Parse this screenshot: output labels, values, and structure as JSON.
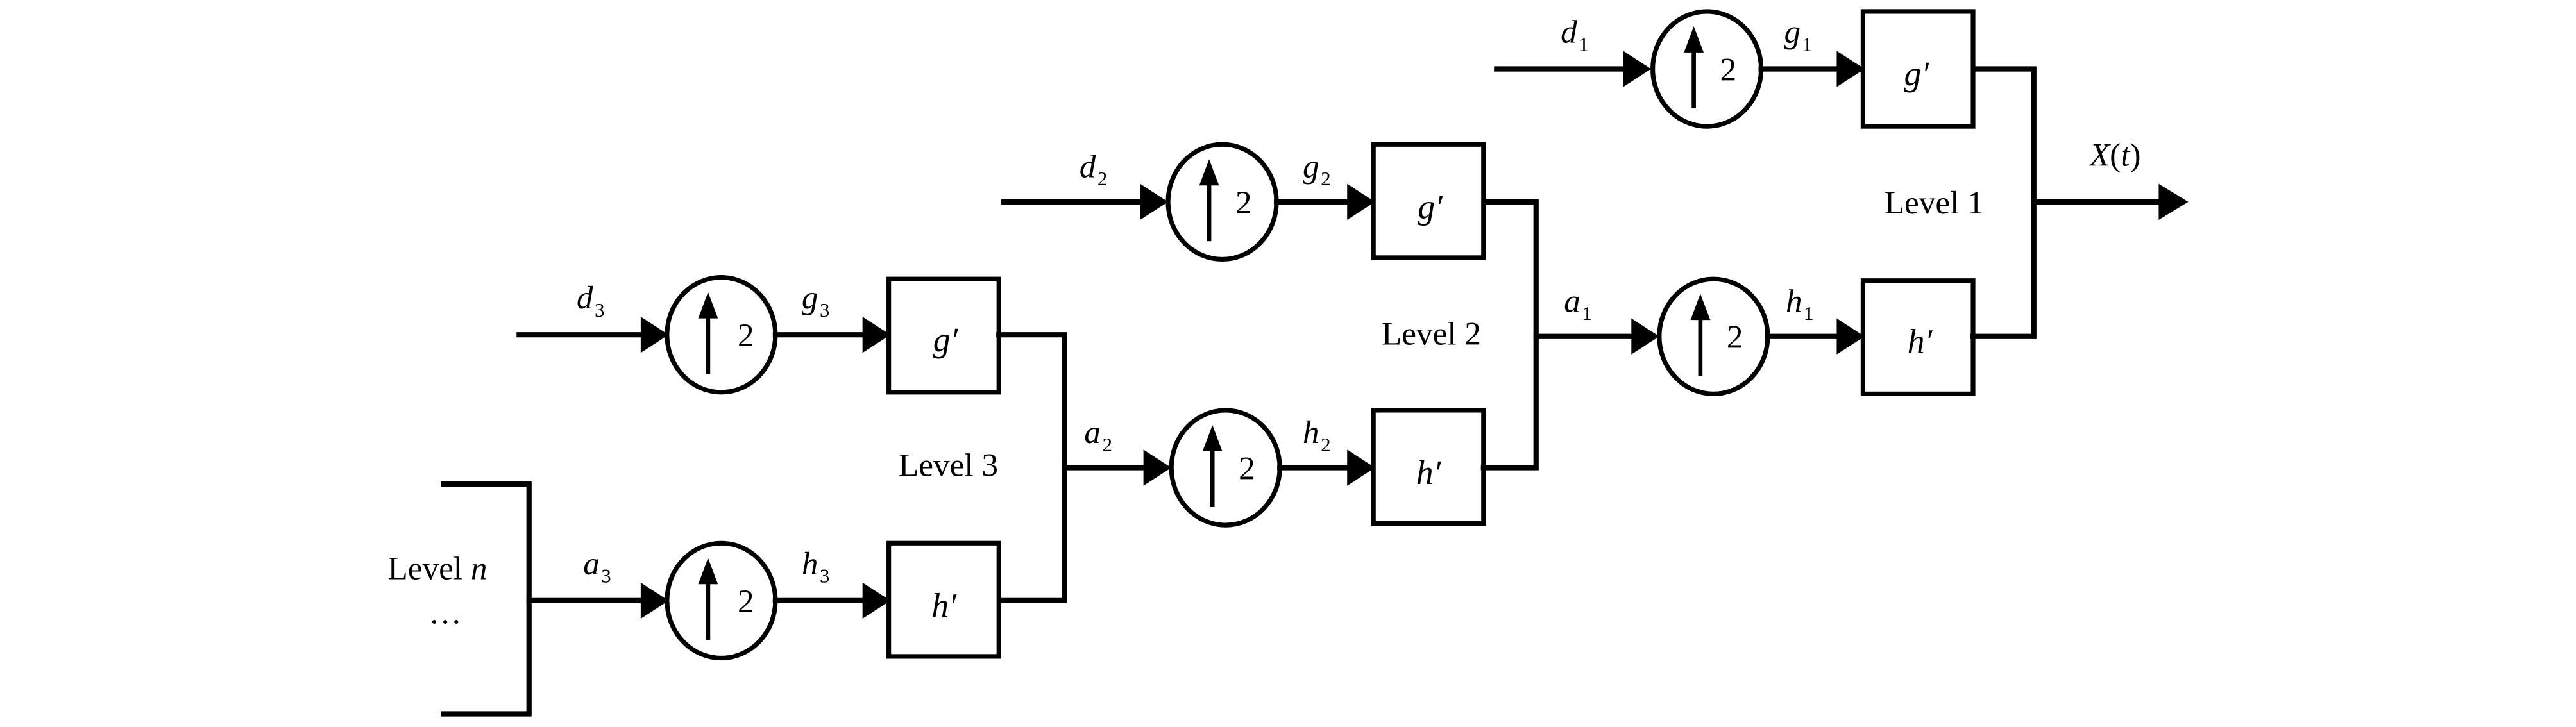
{
  "diagram": {
    "title": "Multilevel wavelet reconstruction (synthesis) filter bank",
    "levels": {
      "level_n": {
        "label": "Level",
        "var": "n",
        "ellipsis": "…"
      },
      "level_3": {
        "label": "Level 3"
      },
      "level_2": {
        "label": "Level 2"
      },
      "level_1": {
        "label": "Level 1"
      }
    },
    "upsampler": {
      "factor": "2",
      "icon": "up-arrow-icon"
    },
    "filters": {
      "g": "g′",
      "h": "h′"
    },
    "signals": {
      "d3": {
        "base": "d",
        "sub": "3"
      },
      "g3": {
        "base": "g",
        "sub": "3"
      },
      "a3": {
        "base": "a",
        "sub": "3"
      },
      "h3": {
        "base": "h",
        "sub": "3"
      },
      "a2": {
        "base": "a",
        "sub": "2"
      },
      "h2": {
        "base": "h",
        "sub": "2"
      },
      "d2": {
        "base": "d",
        "sub": "2"
      },
      "g2": {
        "base": "g",
        "sub": "2"
      },
      "a1": {
        "base": "a",
        "sub": "1"
      },
      "h1": {
        "base": "h",
        "sub": "1"
      },
      "d1": {
        "base": "d",
        "sub": "1"
      },
      "g1": {
        "base": "g",
        "sub": "1"
      }
    },
    "output": {
      "label": "X(t)",
      "base": "X",
      "open": "(",
      "arg": "t",
      "close": ")"
    }
  }
}
